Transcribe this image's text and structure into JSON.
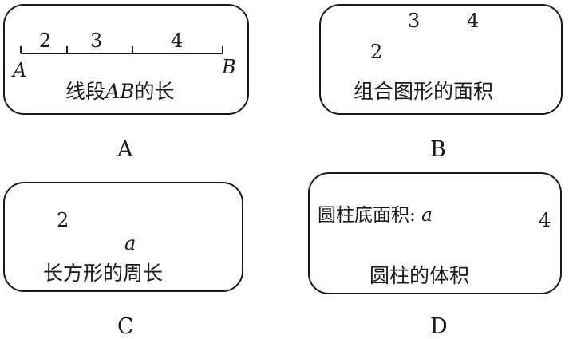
{
  "options": {
    "a": {
      "letter": "A",
      "caption_pre": "线段",
      "caption_var": "AB",
      "caption_post": "的长",
      "segments": [
        "2",
        "3",
        "4"
      ],
      "point_start": "A",
      "point_end": "B"
    },
    "b": {
      "letter": "B",
      "caption": "组合图形的面积",
      "widths": [
        "3",
        "4"
      ],
      "height": "2"
    },
    "c": {
      "letter": "C",
      "caption": "长方形的周长",
      "width": "a",
      "height": "2"
    },
    "d": {
      "letter": "D",
      "caption": "圆柱的体积",
      "base_label": "圆柱底面积:",
      "base_var": "a",
      "height": "4"
    }
  }
}
